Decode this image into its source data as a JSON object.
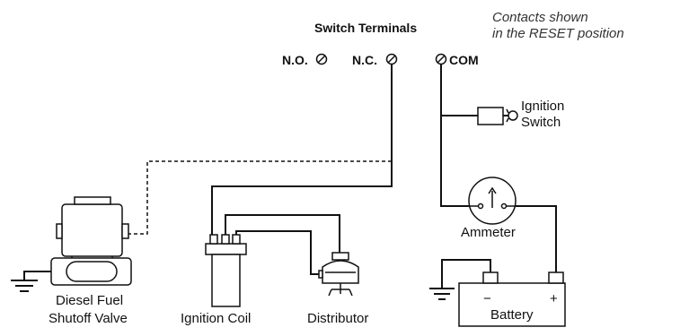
{
  "header": {
    "title": "Switch Terminals",
    "note_line1": "Contacts shown",
    "note_line2": "in the RESET position"
  },
  "terminals": {
    "no": "N.O.",
    "nc": "N.C.",
    "com": "COM"
  },
  "components": {
    "ignition_switch_line1": "Ignition",
    "ignition_switch_line2": "Switch",
    "ammeter": "Ammeter",
    "battery": "Battery",
    "battery_neg": "−",
    "battery_pos": "+",
    "valve_line1": "Diesel Fuel",
    "valve_line2": "Shutoff Valve",
    "ignition_coil": "Ignition Coil",
    "distributor": "Distributor"
  }
}
